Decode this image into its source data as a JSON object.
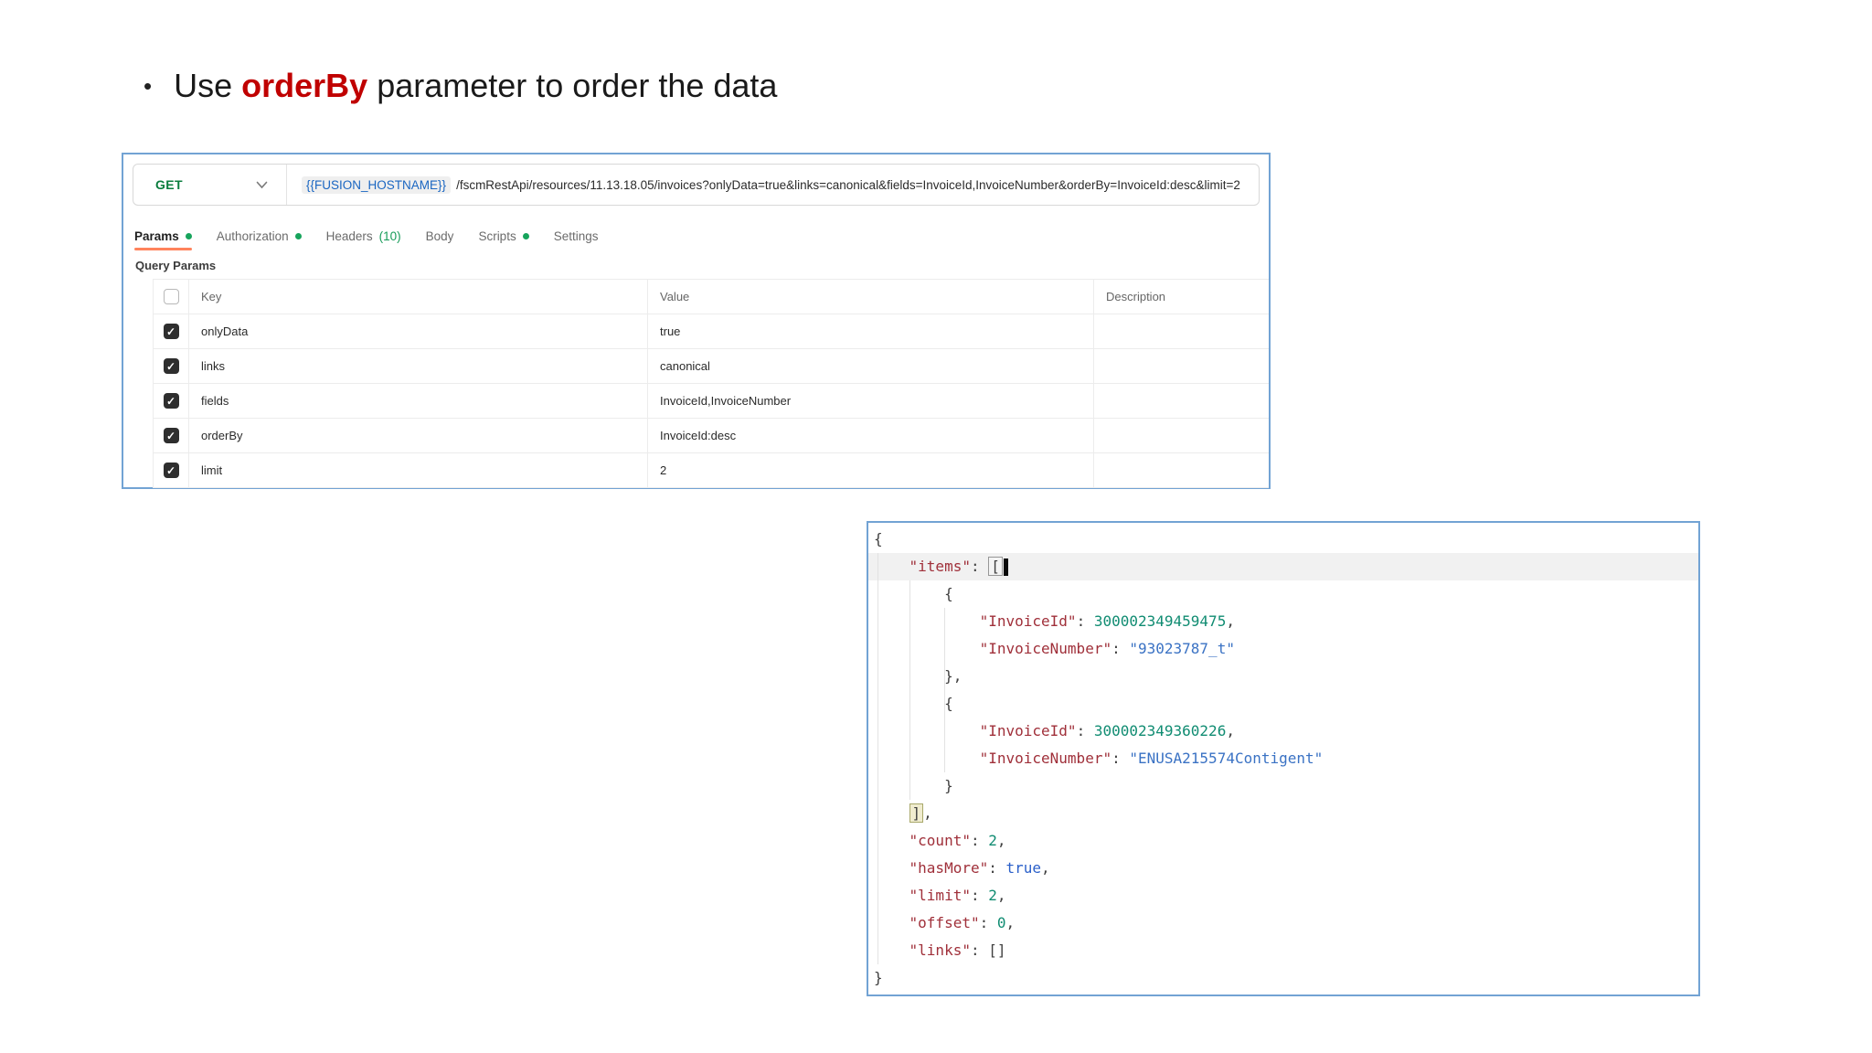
{
  "title": {
    "bullet": "•",
    "pre": "Use ",
    "highlight": "orderBy",
    "post": " parameter to order the data"
  },
  "icons": {
    "check": "✓"
  },
  "request": {
    "method": "GET",
    "url": {
      "variable": "{{FUSION_HOSTNAME}}",
      "path": "/fscmRestApi/resources/11.13.18.05/invoices?onlyData=true&links=canonical&fields=InvoiceId,InvoiceNumber&orderBy=InvoiceId:desc&limit=2"
    },
    "tabs": [
      {
        "label": "Params",
        "dot": true,
        "active": true
      },
      {
        "label": "Authorization",
        "dot": true,
        "active": false
      },
      {
        "label": "Headers",
        "count": "(10)",
        "active": false
      },
      {
        "label": "Body",
        "active": false
      },
      {
        "label": "Scripts",
        "dot": true,
        "active": false
      },
      {
        "label": "Settings",
        "active": false
      }
    ],
    "section_label": "Query Params",
    "table": {
      "columns": [
        "Key",
        "Value",
        "Description"
      ],
      "rows": [
        {
          "checked": true,
          "key": "onlyData",
          "value": "true",
          "description": ""
        },
        {
          "checked": true,
          "key": "links",
          "value": "canonical",
          "description": ""
        },
        {
          "checked": true,
          "key": "fields",
          "value": "InvoiceId,InvoiceNumber",
          "description": ""
        },
        {
          "checked": true,
          "key": "orderBy",
          "value": "InvoiceId:desc",
          "description": ""
        },
        {
          "checked": true,
          "key": "limit",
          "value": "2",
          "description": ""
        }
      ]
    }
  },
  "response": {
    "lines": [
      {
        "tokens": [
          [
            "p",
            "{"
          ]
        ]
      },
      {
        "highlight": true,
        "tokens": [
          [
            "w",
            "    "
          ],
          [
            "k",
            "\"items\""
          ],
          [
            "p",
            ": "
          ],
          [
            "bo",
            "["
          ],
          [
            "cur",
            ""
          ]
        ]
      },
      {
        "tokens": [
          [
            "w",
            "        "
          ],
          [
            "p",
            "{"
          ]
        ]
      },
      {
        "tokens": [
          [
            "w",
            "            "
          ],
          [
            "k",
            "\"InvoiceId\""
          ],
          [
            "p",
            ": "
          ],
          [
            "n",
            "300002349459475"
          ],
          [
            "p",
            ","
          ]
        ]
      },
      {
        "tokens": [
          [
            "w",
            "            "
          ],
          [
            "k",
            "\"InvoiceNumber\""
          ],
          [
            "p",
            ": "
          ],
          [
            "s",
            "\"93023787_t\""
          ]
        ]
      },
      {
        "tokens": [
          [
            "w",
            "        "
          ],
          [
            "p",
            "},"
          ]
        ]
      },
      {
        "tokens": [
          [
            "w",
            "        "
          ],
          [
            "p",
            "{"
          ]
        ]
      },
      {
        "tokens": [
          [
            "w",
            "            "
          ],
          [
            "k",
            "\"InvoiceId\""
          ],
          [
            "p",
            ": "
          ],
          [
            "n",
            "300002349360226"
          ],
          [
            "p",
            ","
          ]
        ]
      },
      {
        "tokens": [
          [
            "w",
            "            "
          ],
          [
            "k",
            "\"InvoiceNumber\""
          ],
          [
            "p",
            ": "
          ],
          [
            "s",
            "\"ENUSA215574Contigent\""
          ]
        ]
      },
      {
        "tokens": [
          [
            "w",
            "        "
          ],
          [
            "p",
            "}"
          ]
        ]
      },
      {
        "tokens": [
          [
            "w",
            "    "
          ],
          [
            "bc",
            "]"
          ],
          [
            "p",
            ","
          ]
        ]
      },
      {
        "tokens": [
          [
            "w",
            "    "
          ],
          [
            "k",
            "\"count\""
          ],
          [
            "p",
            ": "
          ],
          [
            "n",
            "2"
          ],
          [
            "p",
            ","
          ]
        ]
      },
      {
        "tokens": [
          [
            "w",
            "    "
          ],
          [
            "k",
            "\"hasMore\""
          ],
          [
            "p",
            ": "
          ],
          [
            "b",
            "true"
          ],
          [
            "p",
            ","
          ]
        ]
      },
      {
        "tokens": [
          [
            "w",
            "    "
          ],
          [
            "k",
            "\"limit\""
          ],
          [
            "p",
            ": "
          ],
          [
            "n",
            "2"
          ],
          [
            "p",
            ","
          ]
        ]
      },
      {
        "tokens": [
          [
            "w",
            "    "
          ],
          [
            "k",
            "\"offset\""
          ],
          [
            "p",
            ": "
          ],
          [
            "n",
            "0"
          ],
          [
            "p",
            ","
          ]
        ]
      },
      {
        "tokens": [
          [
            "w",
            "    "
          ],
          [
            "k",
            "\"links\""
          ],
          [
            "p",
            ": "
          ],
          [
            "p",
            "[]"
          ]
        ]
      },
      {
        "tokens": [
          [
            "p",
            "}"
          ]
        ]
      }
    ]
  },
  "colors": {
    "accent_orange": "#ff835c",
    "method_green": "#0a7d3e",
    "dot_green": "#17a45c",
    "header_count_green": "#169b58",
    "title_red": "#c00000",
    "variable_blue": "#1a66c2",
    "panel_border_blue": "#72a3d4",
    "json_key": "#a0303a",
    "json_string": "#3a72c4",
    "json_number": "#108c72",
    "json_bool": "#2a5fc9"
  }
}
